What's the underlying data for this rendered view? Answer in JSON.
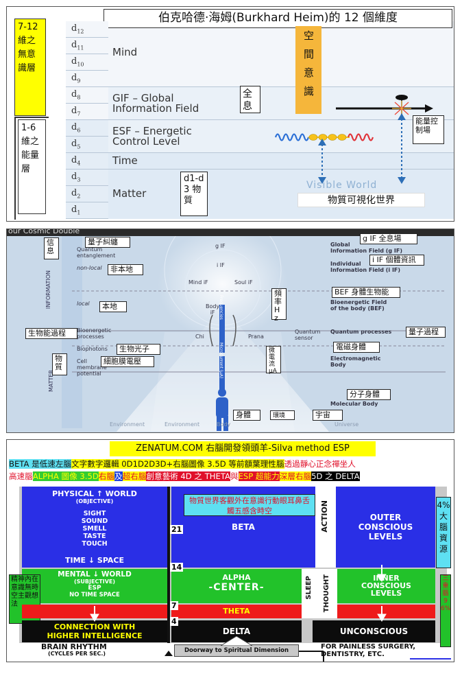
{
  "p1": {
    "title": "伯克哈德·海姆(Burkhard Heim)的 12 個維度",
    "top_group": "7-12 維之無意識層",
    "bottom_group": "1-6 維之能量層",
    "d_labels": [
      "d12",
      "d11",
      "d10",
      "d9",
      "d8",
      "d7",
      "d6",
      "d5",
      "d4",
      "d3",
      "d2",
      "d1"
    ],
    "bands": {
      "mind": "Mind",
      "gif": "GIF – Global\nInformation Field",
      "esf": "ESF – Energetic\nControl Level",
      "time": "Time",
      "matter": "Matter"
    },
    "quanxi": "全息",
    "d1d3": "d1-d3 物質",
    "space_consciousness": "空間意識",
    "energy_field": "能量控制場",
    "visible_world": "Visible World",
    "visible_world_zh": "物質可視化世界",
    "colors": {
      "yellow": "#ffff00",
      "orange": "#f5b63b",
      "wave_blue": "#2b6fd6",
      "wave_red": "#e0343a",
      "beads": "#f7c21a"
    }
  },
  "p2": {
    "header_cut": "our Cosmic Double",
    "axis_information": "INFORMATION",
    "axis_matter": "MATTER",
    "boxes": {
      "xinxi": "信息",
      "qubit": "量子糾纏",
      "nonlocal": "非本地",
      "local": "本地",
      "bio_process": "生物能過程",
      "biophoton": "生物光子",
      "membrane": "細胞膜電壓",
      "wuzhi": "物質",
      "gif": "g IF 全息場",
      "iif": "i IF 個體資訊",
      "bef": "BEF 身體生物能",
      "freq": "頻率Hz",
      "quantum": "量子過程",
      "em_body": "電磁身體",
      "microvolt": "微電流 μA",
      "molecular": "分子身體",
      "body": "身體",
      "environment": "環境",
      "universe": "宇宙"
    },
    "labels": {
      "quantum_ent": "Quantum\nentanglement",
      "non_local": "non-local",
      "local": "local",
      "bio_proc": "Bioenergetic\nprocesses",
      "biophotons": "Biophotons",
      "cell_mem": "Cell\nmembrane\npotential",
      "global_if": "Global\nInformation Field (g IF)",
      "individual_if": "Individual\nInformation Field (i IF)",
      "bef_label": "Bioenergetic Field\nof the body (BEF)",
      "quantum_proc": "Quantum processes",
      "em_label": "Electromagnetic\nBody",
      "mol_label": "Molecular Body",
      "gif_c": "g IF",
      "iif_c": "i IF",
      "mind_if": "Mind iF",
      "soul_if": "Soul iF",
      "body_if": "Body\niF",
      "chi": "Chi",
      "prana": "Prana",
      "quantum_sensor": "Quantum\nsensor",
      "frequencies": "Frequencies",
      "microcurrent": "Microcurrent (μA)",
      "bottom_env1": "Environment",
      "bottom_body": "Body",
      "bottom_env2": "Environment",
      "bottom_uni": "Universe"
    }
  },
  "p3": {
    "title": "ZENATUM.COM 右腦開發領頭羊-Silva method ESP",
    "line1": [
      {
        "t": "BETA 是低速左腦",
        "bg": "#5ee0f2",
        "fg": "#111"
      },
      {
        "t": "文字數字邏輯 0D1D2D3D+右腦圖像 3.5D 等前額葉理性腦",
        "bg": "#ffff00",
        "fg": "#111"
      },
      {
        "t": "透過靜心正念禪坐人",
        "bg": "#ffffff",
        "fg": "#e0102a"
      }
    ],
    "line2": [
      {
        "t": "高速腦",
        "bg": "#ffffff",
        "fg": "#e0102a"
      },
      {
        "t": "ALPHA 圖像 3.5D",
        "bg": "#33cc33",
        "fg": "#ffff00"
      },
      {
        "t": "右腦",
        "bg": "#ffff00",
        "fg": "#e0102a"
      },
      {
        "t": "及",
        "bg": "#1f3fe0",
        "fg": "#ffffff"
      },
      {
        "t": "超右腦",
        "bg": "#ffff00",
        "fg": "#e0102a"
      },
      {
        "t": "創意藝術 4D 之 THETA",
        "bg": "#e0102a",
        "fg": "#ffffff"
      },
      {
        "t": "與",
        "bg": "#ffffff",
        "fg": "#e0102a"
      },
      {
        "t": "ESP 超能力",
        "bg": "#e0102a",
        "fg": "#ffff00"
      },
      {
        "t": "深層右腦",
        "bg": "#ffff00",
        "fg": "#e0102a"
      },
      {
        "t": "5D 之 DELTA",
        "bg": "#000000",
        "fg": "#ffffff"
      }
    ],
    "physical_world": "PHYSICAL ↑ WORLD",
    "objective": "(OBJECTIVE)",
    "senses": [
      "SIGHT",
      "SOUND",
      "SMELL",
      "TASTE",
      "TOUCH"
    ],
    "time_space": "TIME ↓ SPACE",
    "beta_note": "物質世界客觀外在意識行動眼耳鼻舌觸五感含時空",
    "beta": "BETA",
    "action": "ACTION",
    "outer": "OUTER\nCONSCIOUS\nLEVELS",
    "four_pct": "4%大腦資源",
    "mental_world": "MENTAL ↓ WORLD",
    "subjective": "(SUBJECTIVE)",
    "esp": "ESP",
    "no_time_space": "NO TIME SPACE",
    "spirit_note": "精神內在意識無時空主觀想法",
    "alpha": "ALPHA",
    "center": "-CENTER-",
    "sleep": "SLEEP",
    "thought": "THOUGHT",
    "inner": "INNER\nCONSCIOUS\nLEVELS",
    "brain96": "三重腦96%",
    "theta": "THETA",
    "connection": "CONNECTION WITH\nHIGHER INTELLIGENCE",
    "delta": "DELTA",
    "unconscious": "UNCONSCIOUS",
    "brain_rhythm": "BRAIN RHYTHM",
    "cycles": "(CYCLES PER SEC.)",
    "doorway": "Doorway to Spiritual Dimension",
    "painless": "FOR PAINLESS SURGERY,\nDENTISTRY, ETC.",
    "scale": [
      "21",
      "14",
      "7",
      "4"
    ],
    "colors": {
      "blue": "#2a2fe6",
      "green": "#22c22a",
      "red": "#ee1b1b",
      "black": "#0c0c0c",
      "yellow": "#ffff00",
      "cyan": "#5ee0f2"
    }
  }
}
